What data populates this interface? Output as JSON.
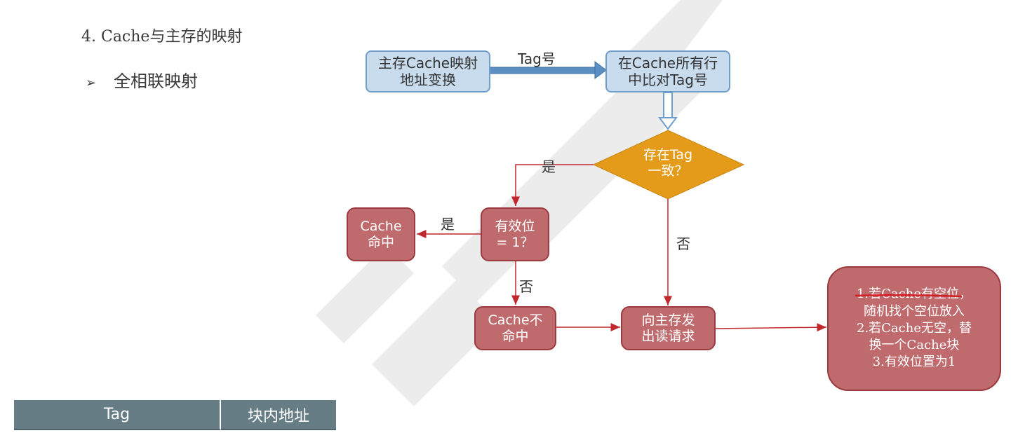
{
  "heading": "4. Cache与主存的映射",
  "bullet": {
    "marker": "➢",
    "text": "全相联映射"
  },
  "nodes": {
    "address_transform": "主存Cache映射\n地址变换",
    "compare_tags": "在Cache所有行\n中比对Tag号",
    "tag_match": "存在Tag\n一致？",
    "valid_bit": "有效位\n= 1？",
    "cache_hit": "Cache\n命中",
    "cache_miss": "Cache不\n命中",
    "read_request": "向主存发\n出读请求",
    "miss_handling": "1.若Cache有空位，\n随机找个空位放入\n2.若Cache无空，替\n换一个Cache块\n3.有效位置为1"
  },
  "edge_labels": {
    "tag_number": "Tag号",
    "yes_match": "是",
    "yes_valid": "是",
    "no_match": "否",
    "no_valid": "否"
  },
  "address_table": {
    "col1": "Tag",
    "col2": "块内地址"
  },
  "colors": {
    "blue_fill": "#c8dcee",
    "diamond_fill": "#e59b1a",
    "red_fill": "#bf6b6e",
    "arrow_red": "#c0282e",
    "table_fill": "#667d86"
  }
}
